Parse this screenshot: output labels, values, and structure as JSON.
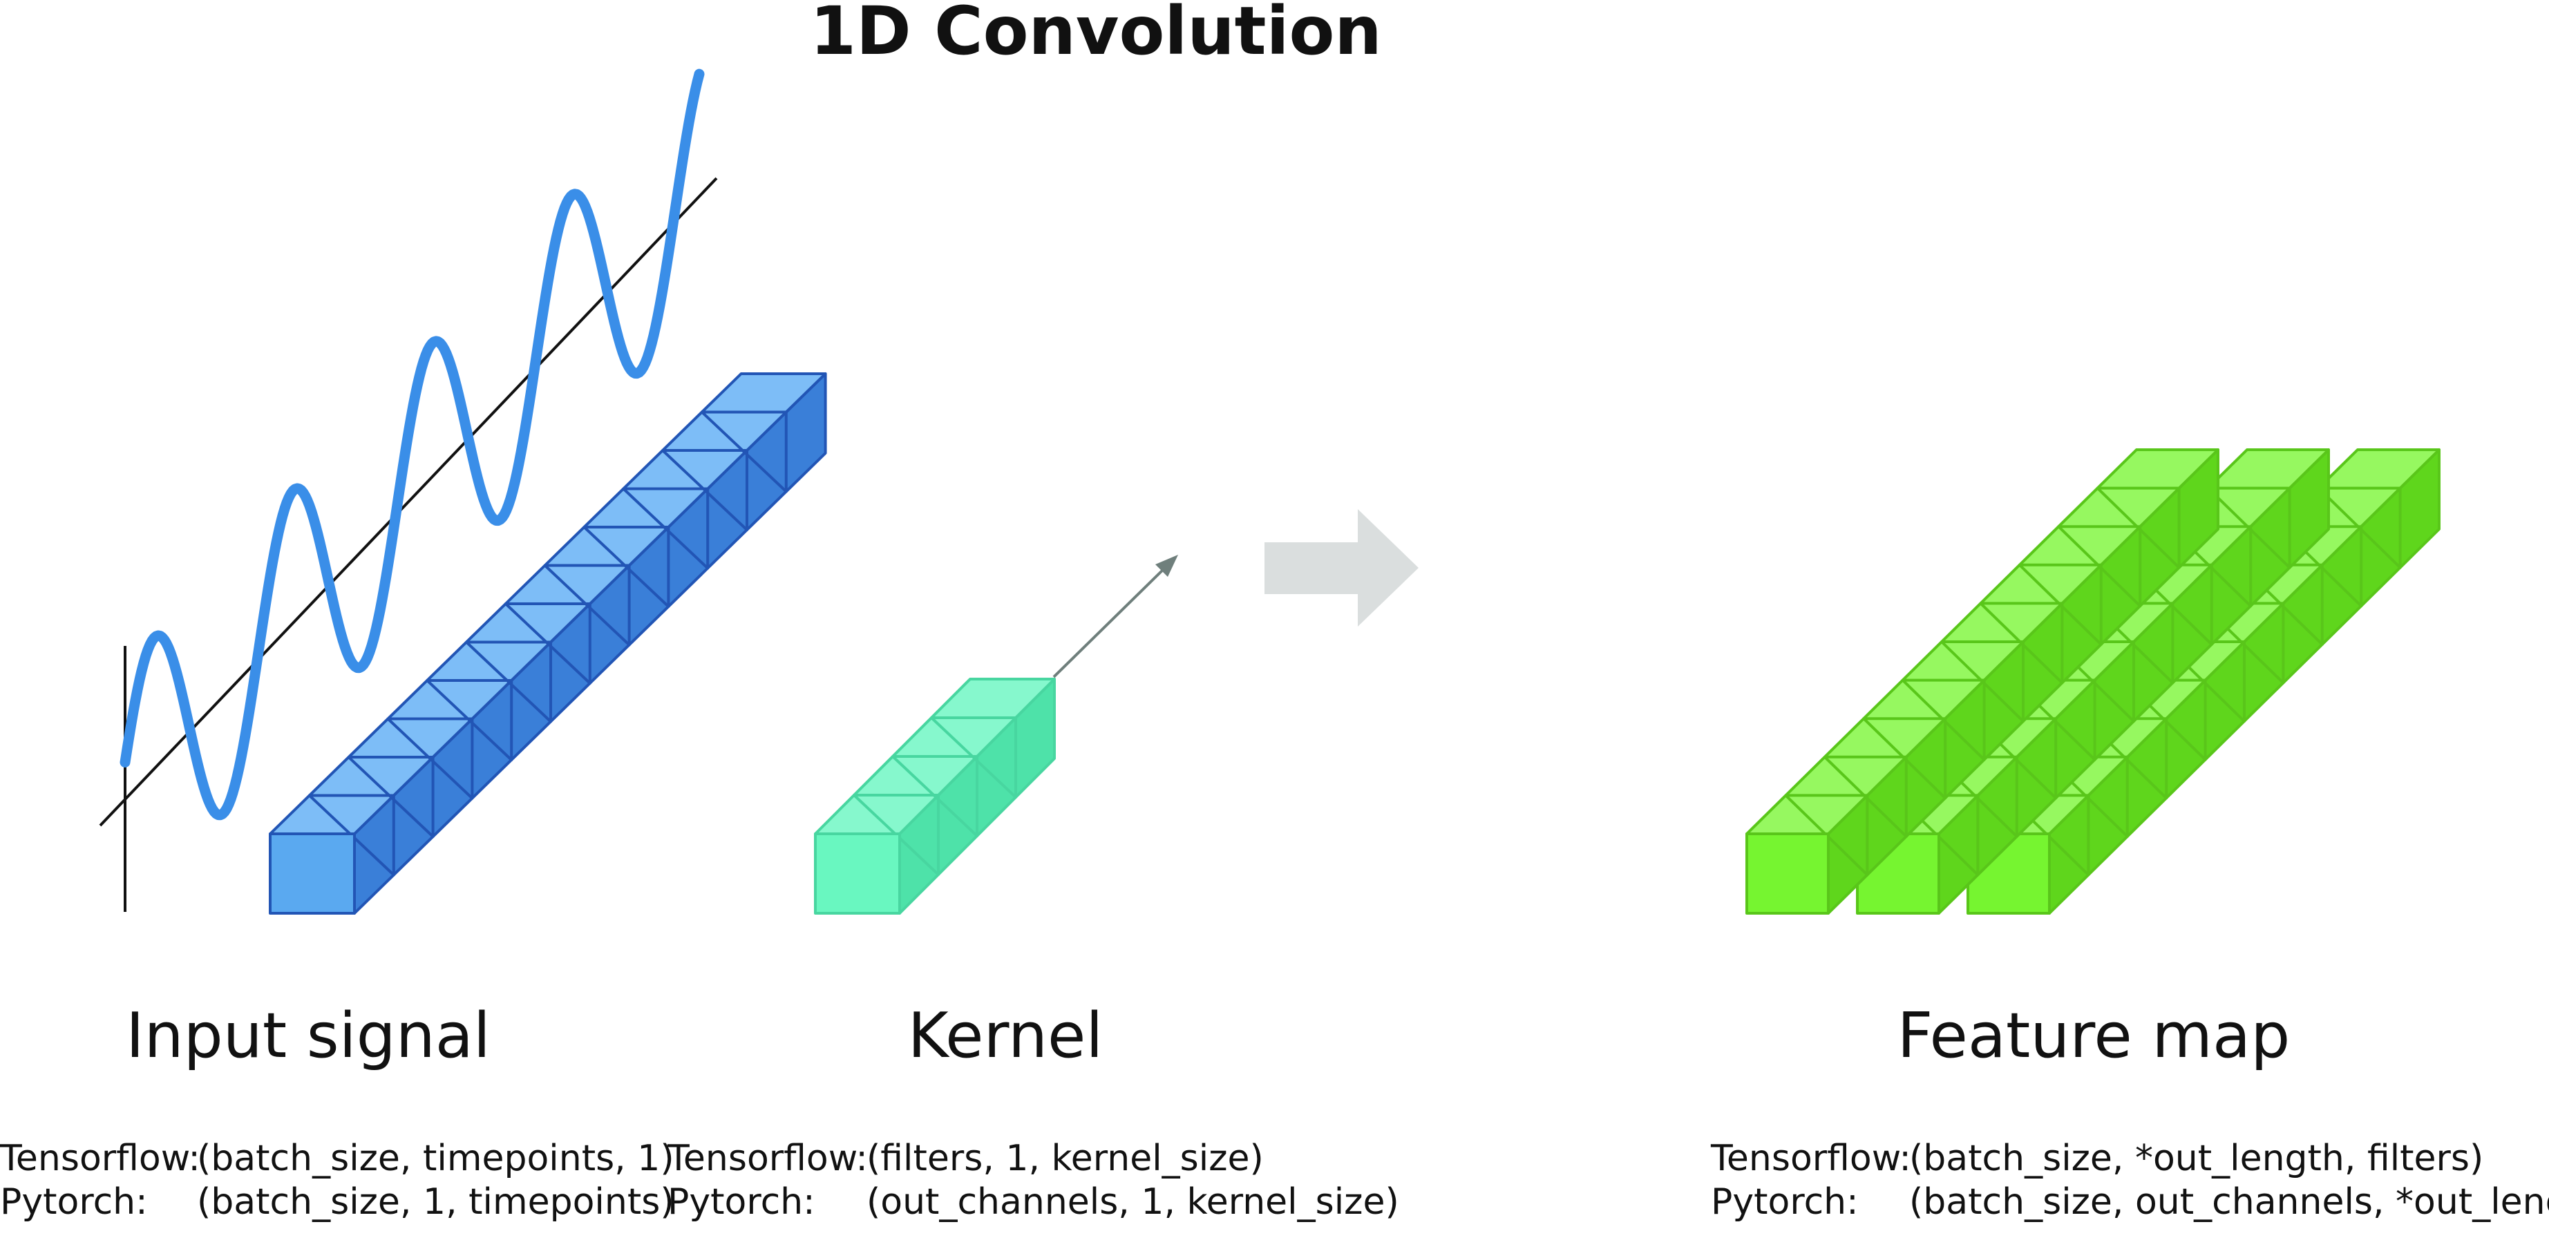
{
  "title": "1D Convolution",
  "colors": {
    "input_front": "#5aa9f0",
    "input_top": "#7dbdf7",
    "input_side": "#3a7fd8",
    "input_edge": "#2255b5",
    "wave": "#3a8ee8",
    "kernel_front": "#69f7c0",
    "kernel_top": "#86f8cd",
    "kernel_side": "#4ee2a9",
    "kernel_edge": "#48d6a0",
    "feature_front": "#76f530",
    "feature_top": "#96f860",
    "feature_side": "#5fd61c",
    "feature_edge": "#59c61a",
    "arrow": "#dadede",
    "kernel_arrow": "#6f7f7c"
  },
  "diagram": {
    "input_cells": 12,
    "kernel_cells": 4,
    "feature_cells": 10,
    "feature_columns": 3
  },
  "sections": {
    "input": {
      "label": "Input signal",
      "tf_key": "Tensorflow:",
      "tf_val": "(batch_size, timepoints, 1)",
      "pt_key": "Pytorch:",
      "pt_val": "(batch_size, 1, timepoints)"
    },
    "kernel": {
      "label": "Kernel",
      "tf_key": "Tensorflow:",
      "tf_val": "(filters, 1, kernel_size)",
      "pt_key": "Pytorch:",
      "pt_val": "(out_channels, 1, kernel_size)"
    },
    "feature": {
      "label": "Feature map",
      "tf_key": "Tensorflow:",
      "tf_val": "(batch_size, *out_length, filters)",
      "pt_key": "Pytorch:",
      "pt_val": "(batch_size, out_channels, *out_length)"
    }
  }
}
